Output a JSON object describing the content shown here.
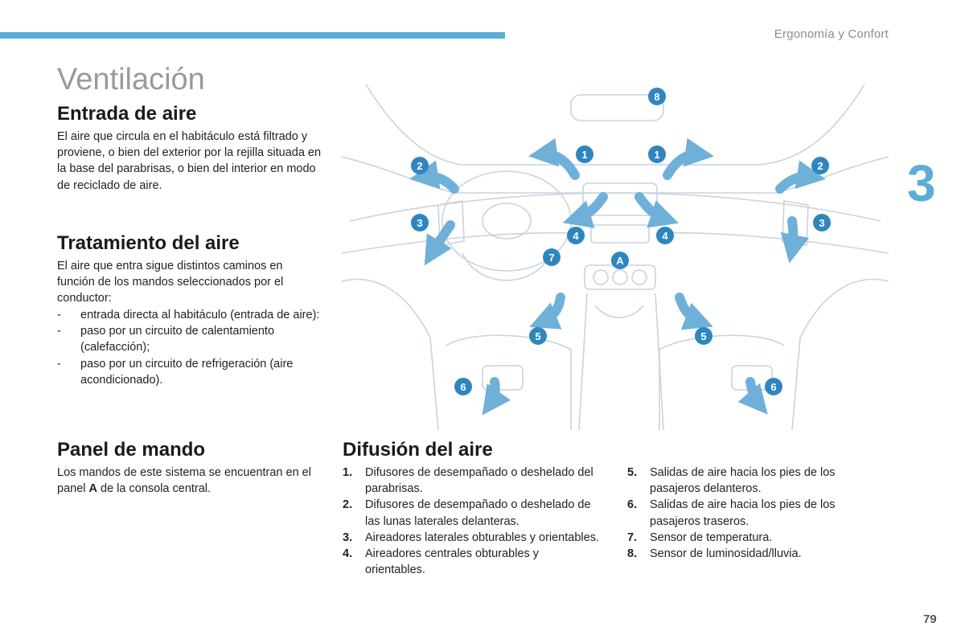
{
  "header": {
    "section": "Ergonomía y Confort",
    "chapter": "3"
  },
  "title": "Ventilación",
  "entrada": {
    "heading": "Entrada de aire",
    "text": "El aire que circula en el habitáculo está filtrado y proviene, o bien del exterior por la rejilla situada en la base del parabrisas, o bien del interior en modo de reciclado de aire."
  },
  "tratamiento": {
    "heading": "Tratamiento del aire",
    "intro": "El aire que entra sigue distintos caminos en función de los mandos seleccionados por el conductor:",
    "items": [
      {
        "dash": "-",
        "text": "entrada directa al habitáculo (entrada de aire):"
      },
      {
        "dash": "-",
        "text": "paso por un circuito de calentamiento (calefacción);"
      },
      {
        "dash": "-",
        "text": "paso por un circuito de refrigeración (aire acondicionado)."
      }
    ]
  },
  "panel": {
    "heading": "Panel de mando",
    "text_before": "Los mandos de este sistema se encuentran en el panel ",
    "text_bold": "A",
    "text_after": " de la consola central."
  },
  "difusion": {
    "heading": "Difusión del aire",
    "left": [
      {
        "num": "1.",
        "text": "Difusores de desempañado o deshelado del parabrisas."
      },
      {
        "num": "2.",
        "text": "Difusores de desempañado o deshelado de las lunas laterales delanteras."
      },
      {
        "num": "3.",
        "text": "Aireadores laterales obturables y orientables."
      },
      {
        "num": "4.",
        "text": "Aireadores centrales obturables y orientables."
      }
    ],
    "right": [
      {
        "num": "5.",
        "text": "Salidas de aire hacia los pies de los pasajeros delanteros."
      },
      {
        "num": "6.",
        "text": "Salidas de aire hacia los pies de los pasajeros traseros."
      },
      {
        "num": "7.",
        "text": "Sensor de temperatura."
      },
      {
        "num": "8.",
        "text": "Sensor de luminosidad/lluvia."
      }
    ]
  },
  "diagram": {
    "badges": {
      "b8": "8",
      "b1l": "1",
      "b1r": "1",
      "b2l": "2",
      "b2r": "2",
      "b3l": "3",
      "b3r": "3",
      "b4l": "4",
      "b4r": "4",
      "b7": "7",
      "bA": "A",
      "b5l": "5",
      "b5r": "5",
      "b6l": "6",
      "b6r": "6"
    },
    "colors": {
      "badge": "#2f86bf",
      "arrow": "#6fb0d9",
      "line": "#c9d3db"
    }
  },
  "page_number": "79",
  "colors": {
    "accent": "#5aaed7",
    "title": "#9a9a9a"
  }
}
